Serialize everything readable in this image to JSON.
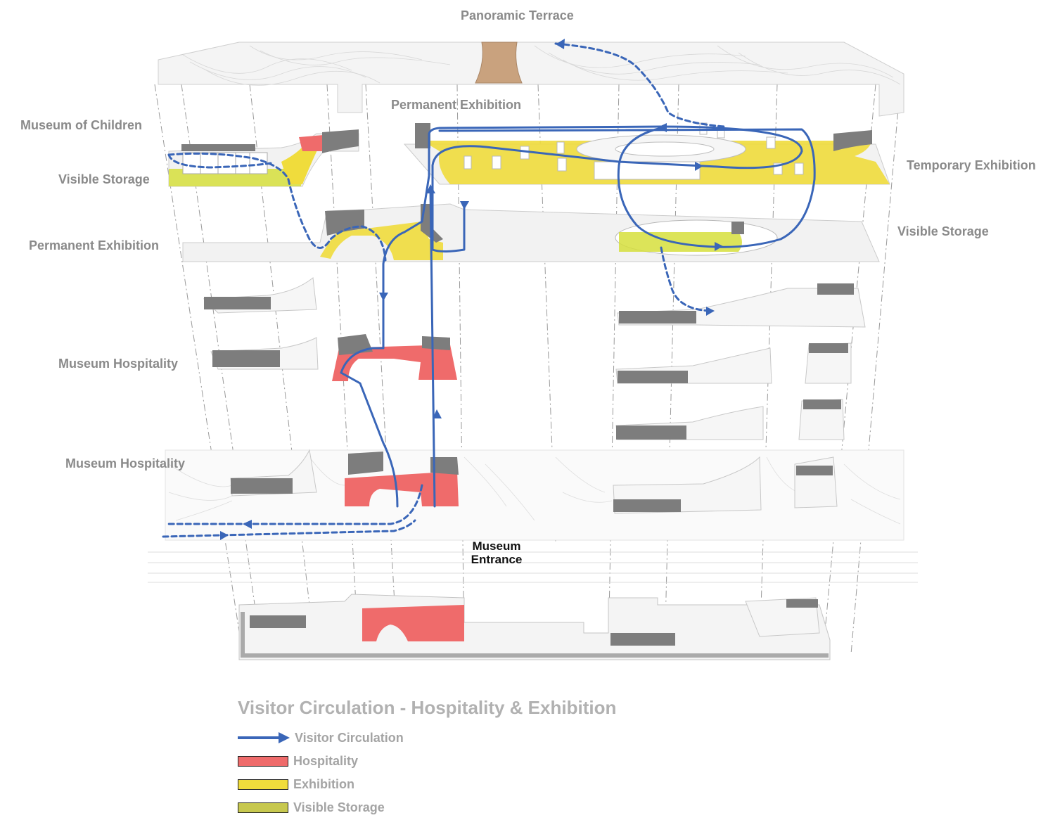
{
  "labels": {
    "panoramic_terrace": "Panoramic Terrace",
    "museum_of_children": "Museum of Children",
    "visible_storage_left": "Visible Storage",
    "permanent_exhibition_top": "Permanent Exhibition",
    "permanent_exhibition_left": "Permanent Exhibition",
    "temporary_exhibition": "Temporary Exhibition",
    "visible_storage_right": "Visible Storage",
    "museum_hospitality_upper": "Museum Hospitality",
    "museum_hospitality_lower": "Museum Hospitality",
    "museum_entrance_line1": "Museum",
    "museum_entrance_line2": "Entrance"
  },
  "legend": {
    "title": "Visitor Circulation - Hospitality & Exhibition",
    "items": [
      {
        "label": "Visitor Circulation",
        "kind": "arrow",
        "color": "#3a66b8"
      },
      {
        "label": "Hospitality",
        "kind": "swatch",
        "color": "#ef6b6b"
      },
      {
        "label": "Exhibition",
        "kind": "swatch",
        "color": "#f0dc3c"
      },
      {
        "label": "Visible Storage",
        "kind": "swatch",
        "color": "#c7c84f"
      }
    ]
  },
  "colors": {
    "circulation": "#3a66b8",
    "hospitality": "#ef6b6b",
    "exhibition": "#f0dc3c",
    "visible_storage": "#c7c84f",
    "terrace": "#c9a27e",
    "dark_block": "#7d7d7d",
    "slab": "#f2f2f2",
    "line": "#c4c4c4"
  }
}
